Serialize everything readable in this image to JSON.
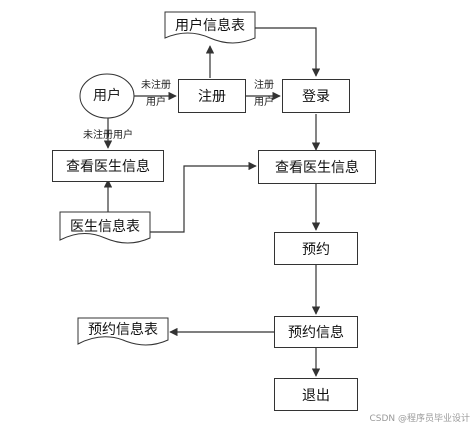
{
  "nodes": {
    "user": "用户",
    "register": "注册",
    "login": "登录",
    "view_doctor_left": "查看医生信息",
    "view_doctor_main": "查看医生信息",
    "appointment": "预约",
    "appointment_info": "预约信息",
    "logout": "退出"
  },
  "documents": {
    "user_table": "用户信息表",
    "doctor_table": "医生信息表",
    "appointment_table": "预约信息表"
  },
  "edge_labels": {
    "unregistered_line1": "未注册",
    "unregistered_line2": "用户",
    "registered_line1": "注册",
    "registered_line2": "用户",
    "unregistered_down": "未注册用户"
  },
  "watermark": "CSDN @程序员毕业设计"
}
